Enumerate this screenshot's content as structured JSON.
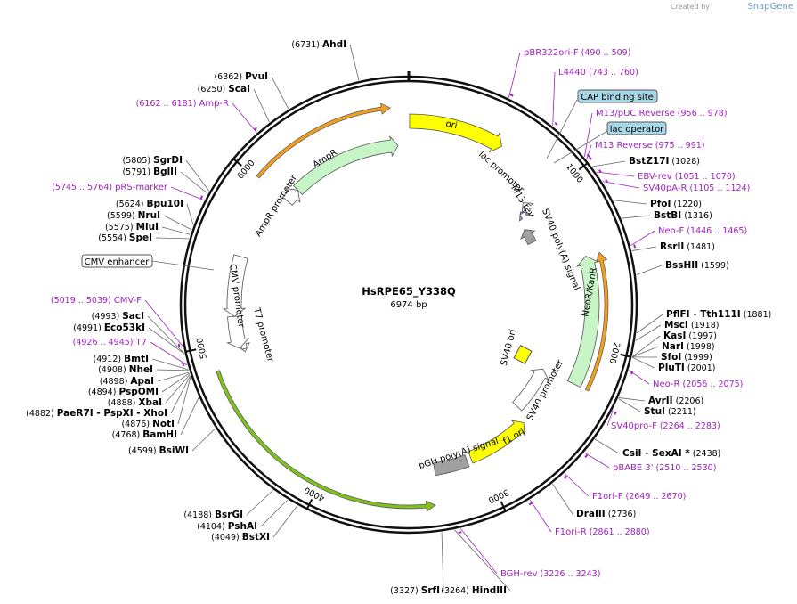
{
  "credit": {
    "prefix": "Created by",
    "brand": "SnapGene"
  },
  "plasmid": {
    "name": "HsRPE65_Y338Q",
    "length": 6974,
    "length_label": "6974 bp"
  },
  "ticks": [
    {
      "label": "1000",
      "pos": 1000
    },
    {
      "label": "2000",
      "pos": 2000
    },
    {
      "label": "3000",
      "pos": 3000
    },
    {
      "label": "4000",
      "pos": 4000
    },
    {
      "label": "5000",
      "pos": 5000
    },
    {
      "label": "6000",
      "pos": 6000
    }
  ],
  "features": [
    {
      "name": "ori",
      "start": 5,
      "end": 590,
      "dir": 1,
      "color": "#ffff00"
    },
    {
      "name": "lac promoter",
      "start": 935,
      "end": 965,
      "dir": -1,
      "color": "#ffffff"
    },
    {
      "name": "M13 rev",
      "start": 975,
      "end": 991,
      "dir": -1,
      "color": "#c080ff"
    },
    {
      "name": "SV40 poly(A) signal",
      "start": 1105,
      "end": 1226,
      "dir": -1,
      "color": "#a0a0a0"
    },
    {
      "name": "NeoR/KanR",
      "start": 1446,
      "end": 2240,
      "dir": -1,
      "color": "#c8f5c8"
    },
    {
      "name": "SV40 ori",
      "start": 2360,
      "end": 2496,
      "dir": 0,
      "color": "#ffff00"
    },
    {
      "name": "SV40 promoter",
      "start": 2240,
      "end": 2580,
      "dir": -1,
      "color": "#ffffff"
    },
    {
      "name": "f1 ori",
      "start": 2630,
      "end": 3060,
      "dir": -1,
      "color": "#ffff00"
    },
    {
      "name": "bGH poly(A) signal",
      "start": 3090,
      "end": 3315,
      "dir": 0,
      "color": "#a0a0a0"
    },
    {
      "name": "T7 promoter",
      "start": 4920,
      "end": 4940,
      "dir": -1,
      "color": "#ffffff"
    },
    {
      "name": "CMV promoter",
      "start": 4950,
      "end": 5155,
      "dir": -1,
      "color": "#ffffff"
    },
    {
      "name": "CMV enhancer",
      "start": 5155,
      "end": 5540,
      "dir": -1,
      "color": "#ffffff"
    },
    {
      "name": "AmpR promoter",
      "start": 6015,
      "end": 6120,
      "dir": 1,
      "color": "#ffffff"
    },
    {
      "name": "AmpR",
      "start": 6120,
      "end": 6900,
      "dir": 1,
      "color": "#c8f5c8"
    }
  ],
  "orf_arcs": [
    {
      "start": 6010,
      "end": 6870,
      "dir": 1,
      "color": "#f0a020"
    },
    {
      "start": 1446,
      "end": 2240,
      "dir": -1,
      "color": "#f0a020"
    },
    {
      "start": 3340,
      "end": 4860,
      "dir": -1,
      "color": "#80c020"
    }
  ],
  "enzymes": [
    {
      "name": "AhdI",
      "pos": "(6731)"
    },
    {
      "name": "PvuI",
      "pos": "(6362)"
    },
    {
      "name": "ScaI",
      "pos": "(6250)"
    },
    {
      "name": "SgrDI",
      "pos": "(5805)"
    },
    {
      "name": "BglII",
      "pos": "(5791)"
    },
    {
      "name": "Bpu10I",
      "pos": "(5624)"
    },
    {
      "name": "NruI",
      "pos": "(5599)"
    },
    {
      "name": "MluI",
      "pos": "(5575)"
    },
    {
      "name": "SpeI",
      "pos": "(5554)"
    },
    {
      "name": "SacI",
      "pos": "(4993)"
    },
    {
      "name": "Eco53kI",
      "pos": "(4991)"
    },
    {
      "name": "BmtI",
      "pos": "(4912)"
    },
    {
      "name": "NheI",
      "pos": "(4908)"
    },
    {
      "name": "ApaI",
      "pos": "(4898)"
    },
    {
      "name": "PspOMI",
      "pos": "(4894)"
    },
    {
      "name": "XbaI",
      "pos": "(4888)"
    },
    {
      "name": "PaeR7I   - PspXI   - XhoI",
      "pos": "(4882)"
    },
    {
      "name": "NotI",
      "pos": "(4876)"
    },
    {
      "name": "BamHI",
      "pos": "(4768)"
    },
    {
      "name": "BsiWI",
      "pos": "(4599)"
    },
    {
      "name": "BsrGI",
      "pos": "(4188)"
    },
    {
      "name": "PshAI",
      "pos": "(4104)"
    },
    {
      "name": "BstXI",
      "pos": "(4049)"
    },
    {
      "name": "SrfI",
      "pos": "(3327)"
    },
    {
      "name": "HindIII",
      "pos": "(3264)"
    },
    {
      "name": "DraIII",
      "pos": "(2736)"
    },
    {
      "name": "CsiI   - SexAI *",
      "pos": "(2438)"
    },
    {
      "name": "StuI",
      "pos": "(2211)"
    },
    {
      "name": "AvrII",
      "pos": "(2206)"
    },
    {
      "name": "PluTI",
      "pos": "(2001)"
    },
    {
      "name": "SfoI",
      "pos": "(1999)"
    },
    {
      "name": "NarI",
      "pos": "(1998)"
    },
    {
      "name": "KasI",
      "pos": "(1997)"
    },
    {
      "name": "MscI",
      "pos": "(1918)"
    },
    {
      "name": "PflFI   - Tth111I",
      "pos": "(1881)"
    },
    {
      "name": "BssHII",
      "pos": "(1599)"
    },
    {
      "name": "RsrII",
      "pos": "(1481)"
    },
    {
      "name": "BstBI",
      "pos": "(1316)"
    },
    {
      "name": "PfoI",
      "pos": "(1220)"
    },
    {
      "name": "BstZ17I",
      "pos": "(1028)"
    }
  ],
  "primers": [
    {
      "name": "pBR322ori-F",
      "range": "(490 .. 509)"
    },
    {
      "name": "L4440",
      "range": "(743 .. 760)"
    },
    {
      "name": "M13/pUC Reverse",
      "range": "(956 .. 978)"
    },
    {
      "name": "M13 Reverse",
      "range": "(975 .. 991)"
    },
    {
      "name": "EBV-rev",
      "range": "(1051 .. 1070)"
    },
    {
      "name": "SV40pA-R",
      "range": "(1105 .. 1124)"
    },
    {
      "name": "Neo-F",
      "range": "(1446 .. 1465)"
    },
    {
      "name": "Neo-R",
      "range": "(2056 .. 2075)"
    },
    {
      "name": "SV40pro-F",
      "range": "(2264 .. 2283)"
    },
    {
      "name": "pBABE 3'",
      "range": "(2510 .. 2530)"
    },
    {
      "name": "F1ori-F",
      "range": "(2649 .. 2670)"
    },
    {
      "name": "F1ori-R",
      "range": "(2861 .. 2880)"
    },
    {
      "name": "BGH-rev",
      "range": "(3226 .. 3243)"
    },
    {
      "name": "T7",
      "range": "(4926 .. 4945)"
    },
    {
      "name": "CMV-F",
      "range": "(5019 .. 5039)"
    },
    {
      "name": "pRS-marker",
      "range": "(5745 .. 5764)"
    },
    {
      "name": "Amp-R",
      "range": "(6162 .. 6181)"
    }
  ],
  "boxed_features": [
    {
      "name": "CAP binding site",
      "color": "#a8d8e8"
    },
    {
      "name": "lac operator",
      "color": "#a8d8e8"
    },
    {
      "name": "CMV enhancer",
      "color": "#ffffff"
    }
  ]
}
